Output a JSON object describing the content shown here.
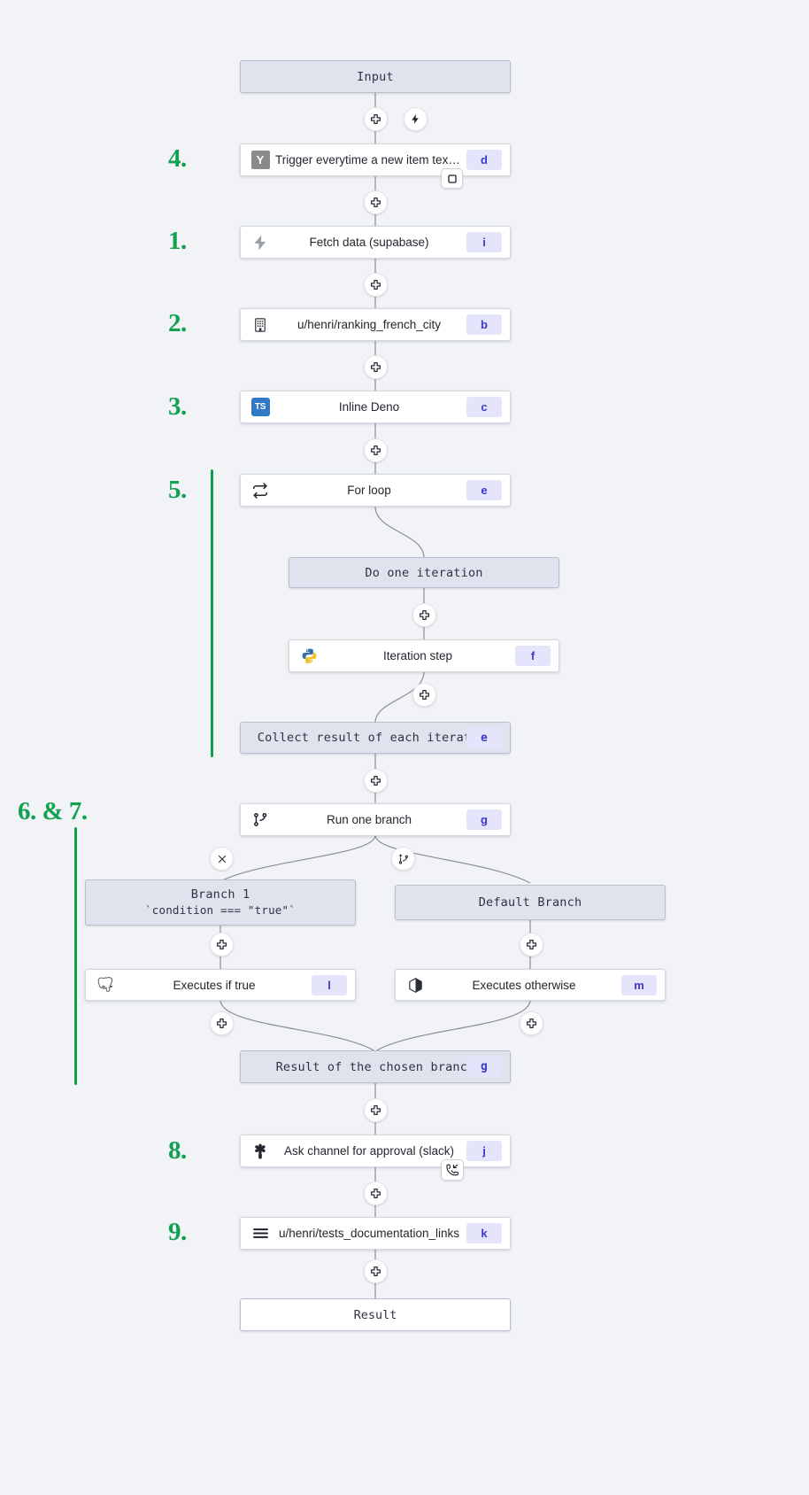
{
  "canvas": {
    "background": "#f1f3f7",
    "accent_green": "#0fa04c",
    "badge_bg": "#e4e4fb",
    "badge_fg": "#3b39c6"
  },
  "terminals": {
    "input": "Input",
    "result": "Result"
  },
  "annotations": [
    {
      "label": "4.",
      "target": "trigger"
    },
    {
      "label": "1.",
      "target": "fetch-data"
    },
    {
      "label": "2.",
      "target": "ranking-french-city"
    },
    {
      "label": "3.",
      "target": "inline-deno"
    },
    {
      "label": "5.",
      "target": "for-loop"
    },
    {
      "label": "6. & 7.",
      "target": "run-one-branch"
    },
    {
      "label": "8.",
      "target": "ask-approval"
    },
    {
      "label": "9.",
      "target": "tests-documentation-links"
    }
  ],
  "steps": [
    {
      "id": "trigger",
      "label": "Trigger everytime a new item text o…",
      "badge": "d",
      "icon": "yaml-square-icon"
    },
    {
      "id": "fetch-data",
      "label": "Fetch data (supabase)",
      "badge": "i",
      "icon": "supabase-bolt-icon"
    },
    {
      "id": "ranking-french-city",
      "label": "u/henri/ranking_french_city",
      "badge": "b",
      "icon": "building-icon"
    },
    {
      "id": "inline-deno",
      "label": "Inline Deno",
      "badge": "c",
      "icon": "typescript-icon"
    },
    {
      "id": "for-loop",
      "label": "For loop",
      "badge": "e",
      "icon": "loop-arrows-icon"
    },
    {
      "id": "iteration-step",
      "label": "Iteration step",
      "badge": "f",
      "icon": "python-icon"
    },
    {
      "id": "run-one-branch",
      "label": "Run one branch",
      "badge": "g",
      "icon": "branch-icon"
    },
    {
      "id": "executes-if-true",
      "label": "Executes if true",
      "badge": "l",
      "icon": "postgres-icon"
    },
    {
      "id": "executes-otherwise",
      "label": "Executes otherwise",
      "badge": "m",
      "icon": "docker-icon"
    },
    {
      "id": "ask-approval",
      "label": "Ask channel for approval (slack)",
      "badge": "j",
      "icon": "gear-icon"
    },
    {
      "id": "tests-documentation-links",
      "label": "u/henri/tests_documentation_links",
      "badge": "k",
      "icon": "list-lines-icon"
    }
  ],
  "virtual_nodes": [
    {
      "id": "do-one-iteration",
      "label": "Do one iteration",
      "badge": ""
    },
    {
      "id": "collect-result",
      "label": "Collect result of each iteration",
      "badge": "e"
    },
    {
      "id": "branch-1",
      "label": "Branch 1",
      "sublabel": "`condition === \"true\"`",
      "badge": ""
    },
    {
      "id": "default-branch",
      "label": "Default Branch",
      "badge": ""
    },
    {
      "id": "result-chosen-branch",
      "label": "Result of the chosen branch",
      "badge": "g"
    }
  ],
  "handles": {
    "bolt": "lightning-bolt-icon",
    "square": "square-icon",
    "phone_incoming": "phone-incoming-icon",
    "close": "close-x-icon",
    "add_branch": "add-branch-icon",
    "plus": "plus-icon"
  }
}
